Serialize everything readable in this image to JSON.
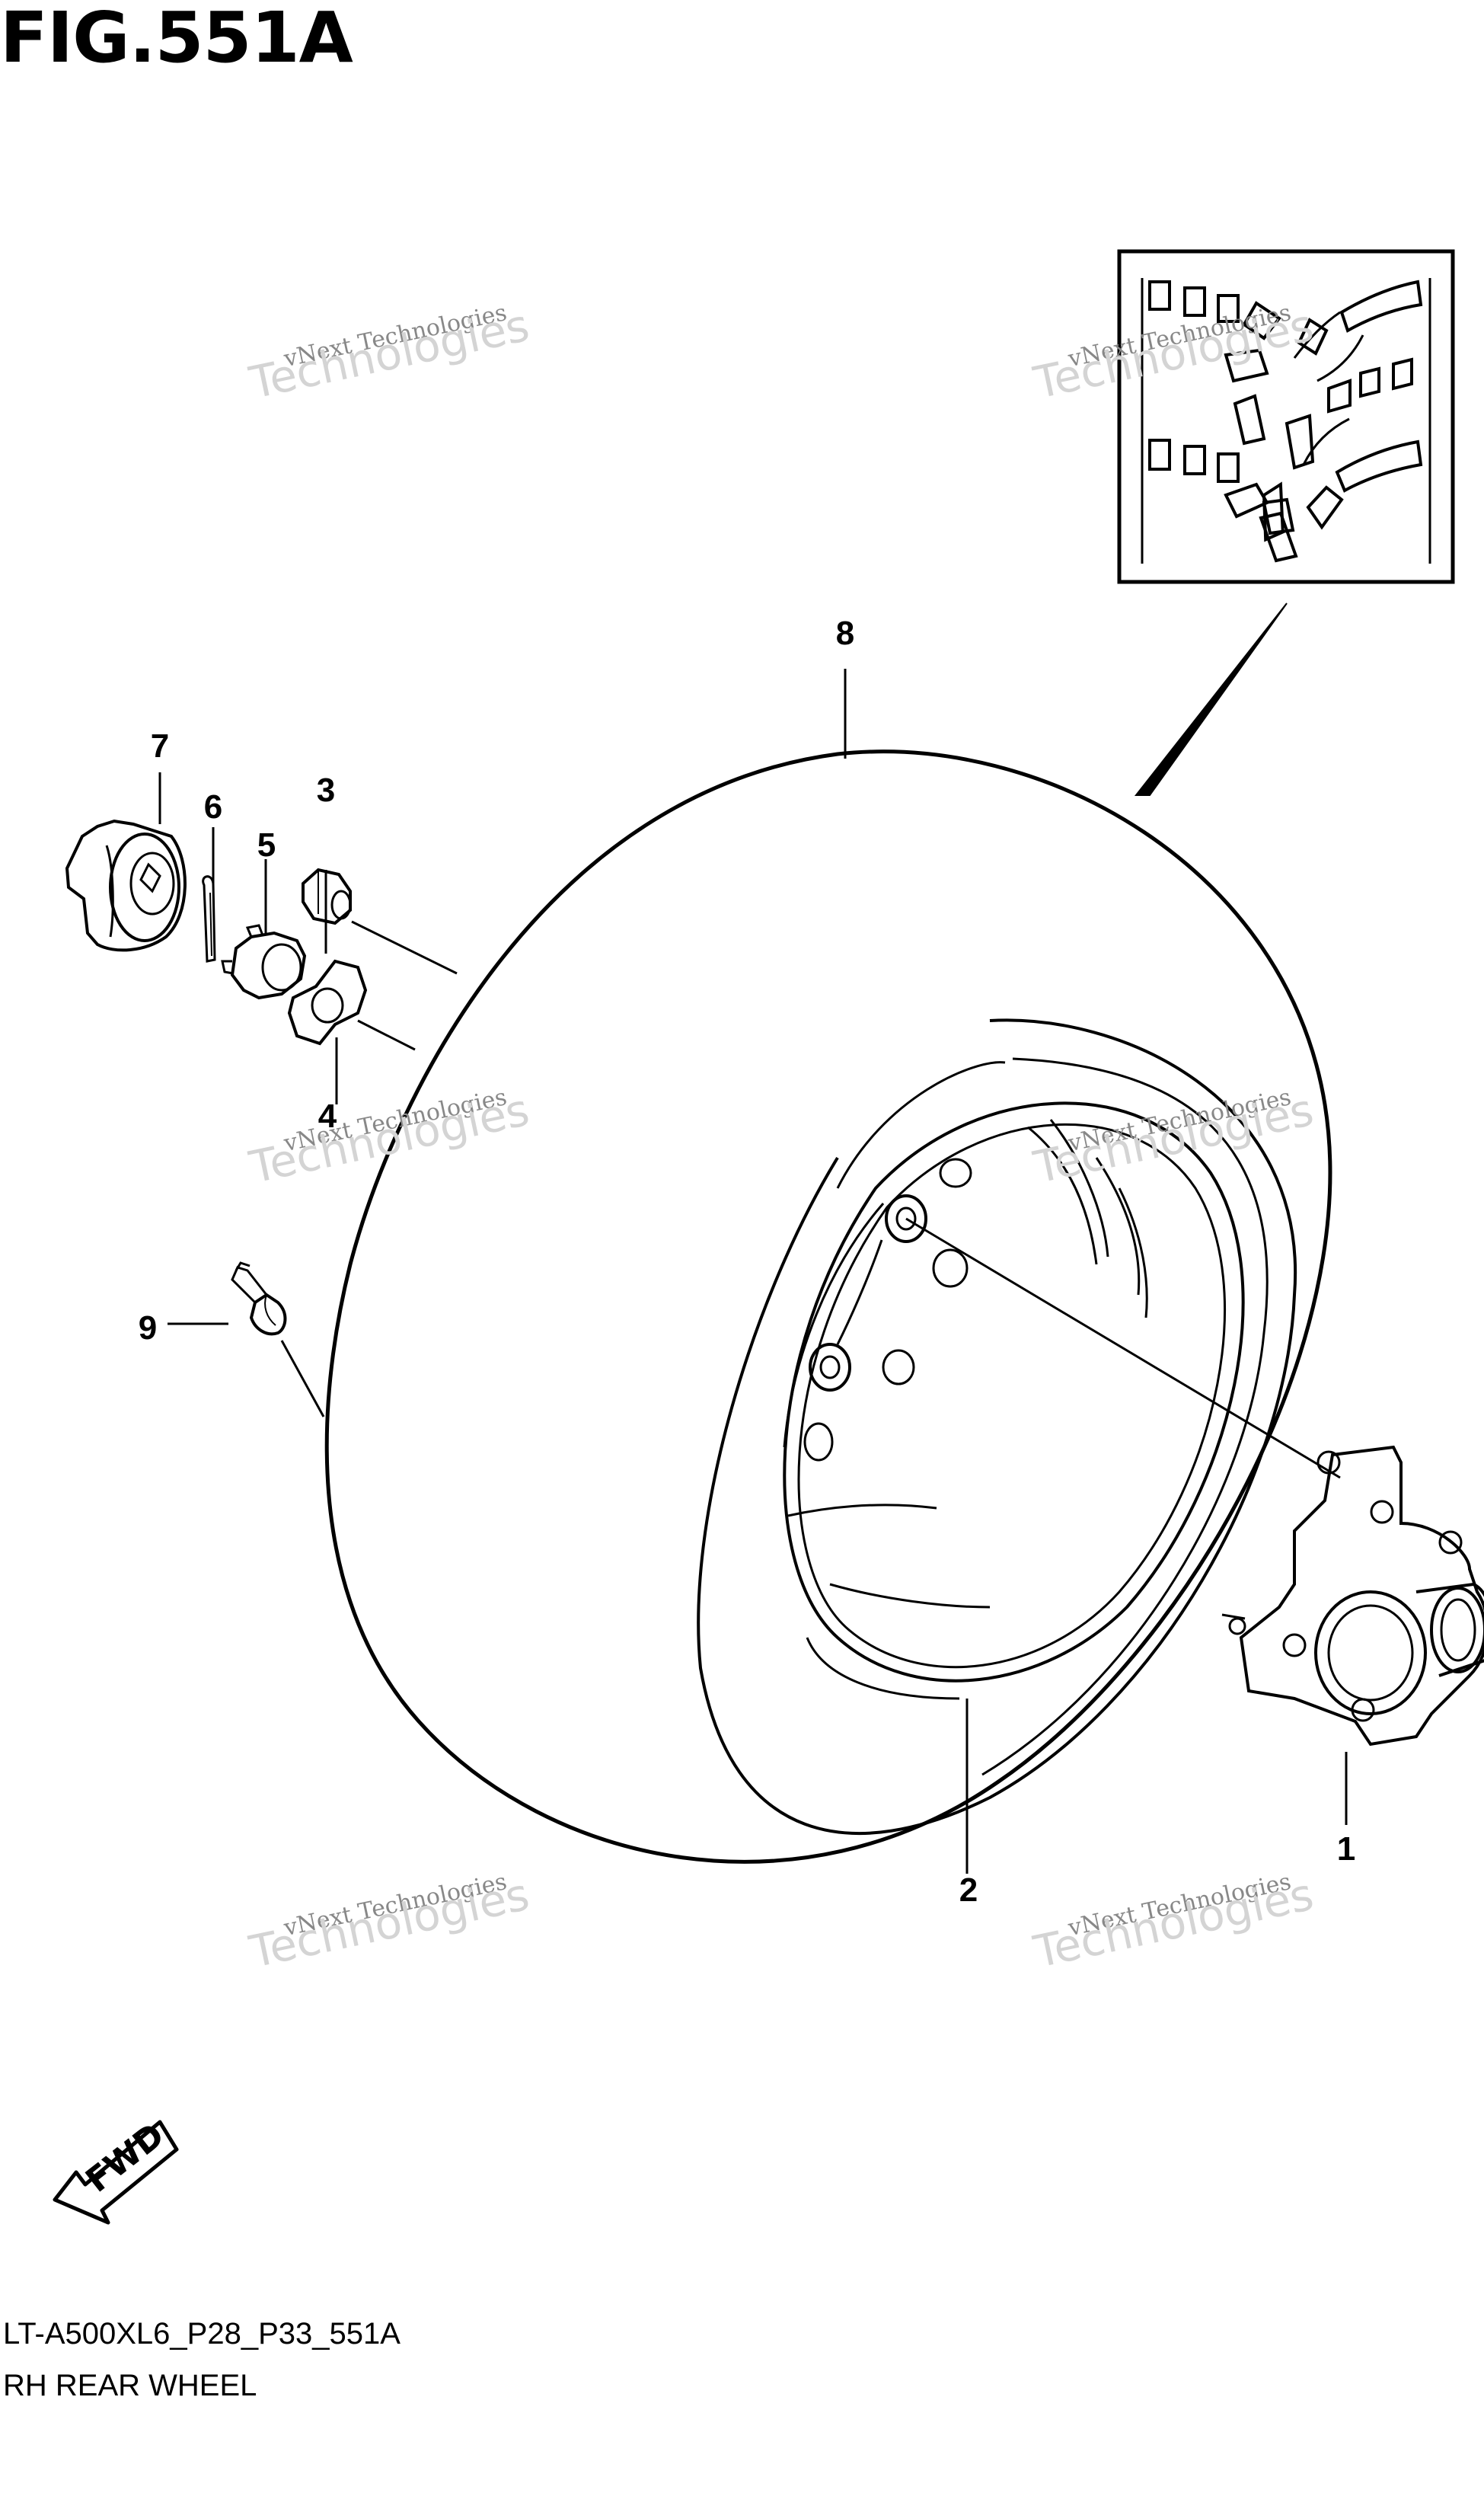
{
  "figure": {
    "title": "FIG.551A",
    "code": "LT-A500XL6_P28_P33_551A",
    "name": "RH REAR WHEEL"
  },
  "callouts": [
    "1",
    "2",
    "3",
    "4",
    "5",
    "6",
    "7",
    "8",
    "9"
  ],
  "fwd_label": "FWD",
  "watermark": {
    "line1": "vNext Technologies",
    "line2": "vNext",
    "line3": "Technologies"
  },
  "colors": {
    "ink": "#000000",
    "watermark": "#c8c8c8"
  }
}
